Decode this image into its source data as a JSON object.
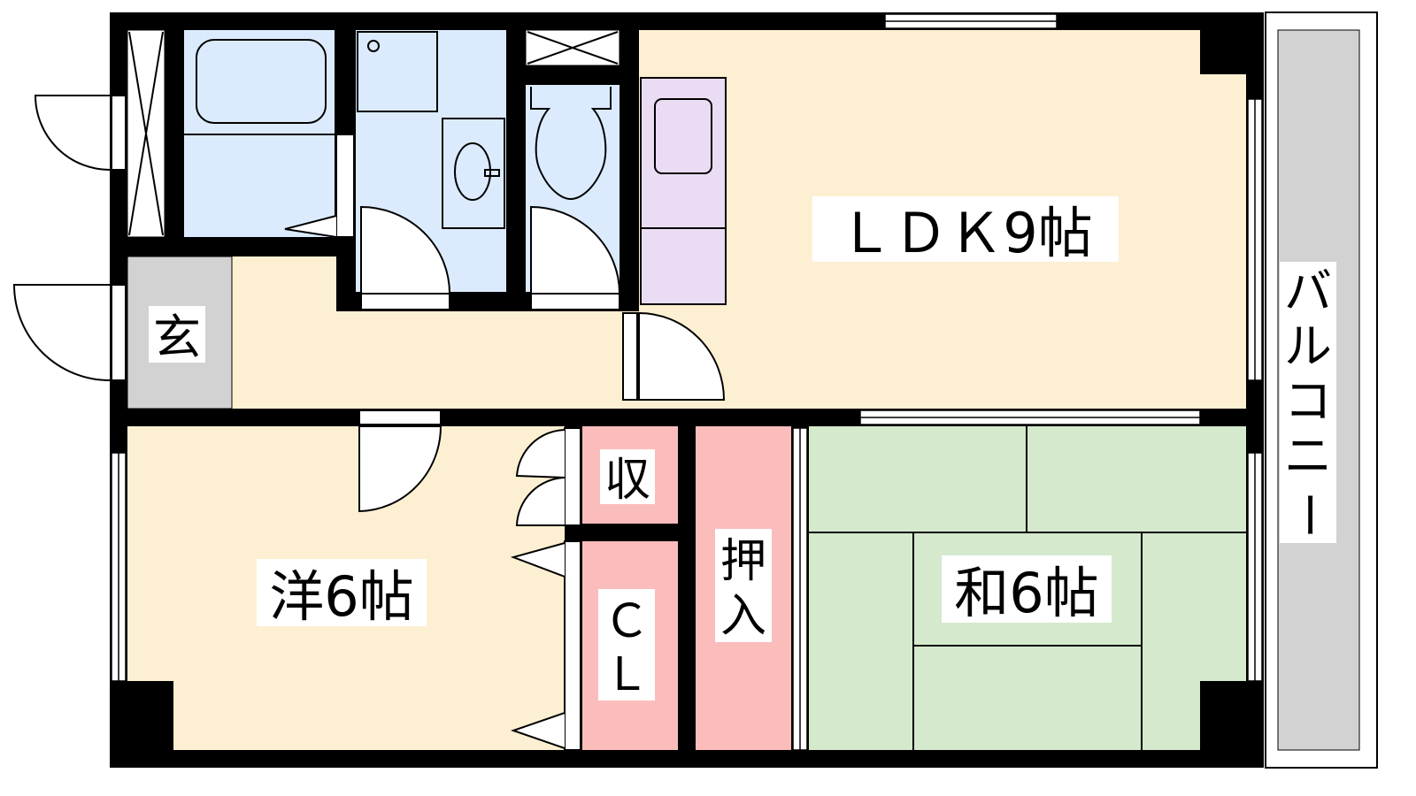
{
  "title": "Floor plan 2LDK",
  "rooms": {
    "ldk": "ＬＤＫ9帖",
    "western": "洋6帖",
    "japanese": "和6帖",
    "entrance": "玄",
    "storage": "収",
    "closet_line1": "Ｃ",
    "closet_line2": "Ｌ",
    "oshiire_line1": "押",
    "oshiire_line2": "入",
    "balcony": [
      "バ",
      "ル",
      "コ",
      "ニ",
      "ー"
    ]
  },
  "colors": {
    "floor_wood": "#FDF0D2",
    "wet_area": "#DBEBFD",
    "tatami": "#D5E9CD",
    "storage": "#FBBDBC",
    "kitchen": "#EADDF3",
    "entrance": "#D2D2D2",
    "balcony": "#D2D2D2",
    "wall": "#000000"
  }
}
